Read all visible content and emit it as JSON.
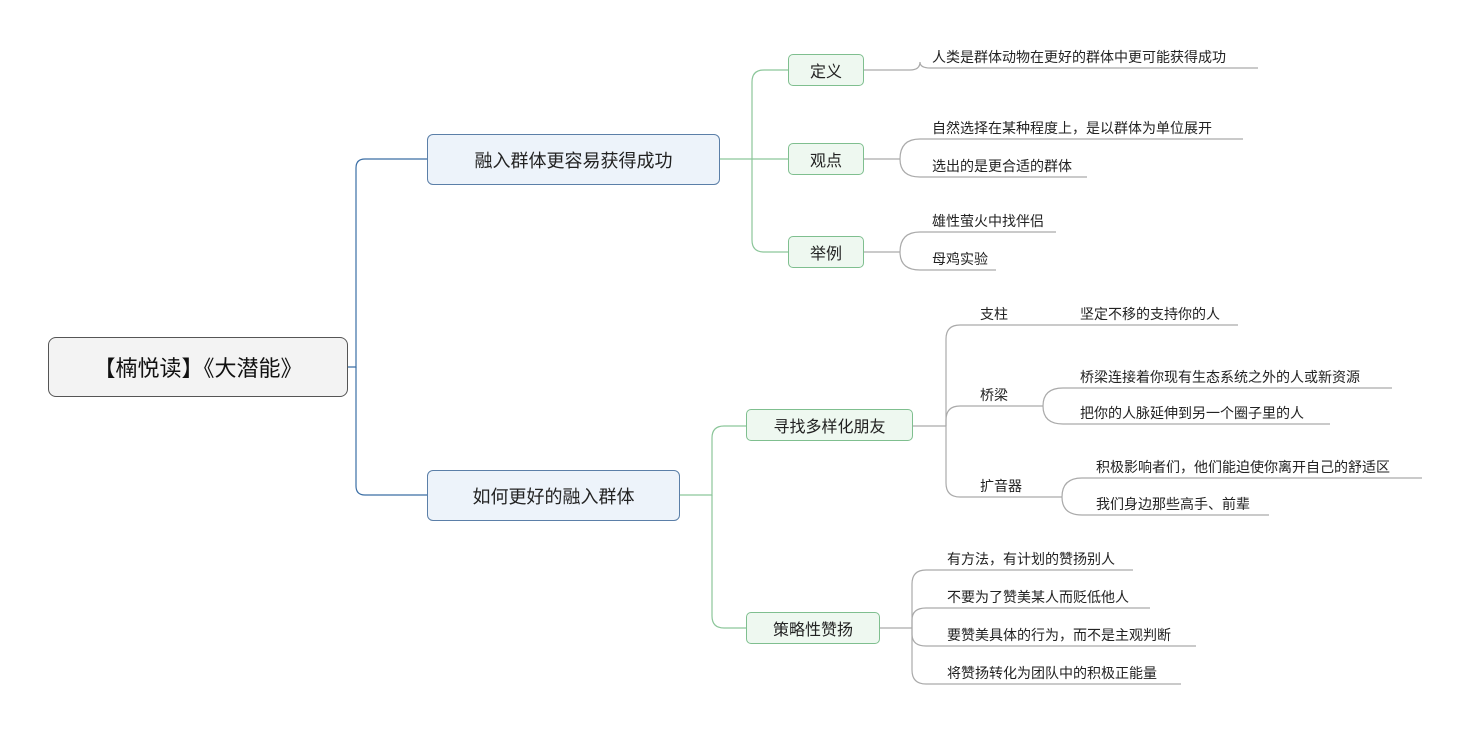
{
  "root": {
    "label": "【楠悦读】《大潜能》"
  },
  "colors": {
    "blue_line": "#3a6ea5",
    "green_line": "#8cc69a",
    "gray_line": "#aaaaaa"
  },
  "branches": [
    {
      "label": "融入群体更容易获得成功",
      "children": [
        {
          "label": "定义",
          "items": [
            "人类是群体动物在更好的群体中更可能获得成功"
          ]
        },
        {
          "label": "观点",
          "items": [
            "自然选择在某种程度上，是以群体为单位展开",
            "选出的是更合适的群体"
          ]
        },
        {
          "label": "举例",
          "items": [
            "雄性萤火中找伴侣",
            "母鸡实验"
          ]
        }
      ]
    },
    {
      "label": "如何更好的融入群体",
      "children": [
        {
          "label": "寻找多样化朋友",
          "groups": [
            {
              "label": "支柱",
              "items": [
                "坚定不移的支持你的人"
              ]
            },
            {
              "label": "桥梁",
              "items": [
                "桥梁连接着你现有生态系统之外的人或新资源",
                "把你的人脉延伸到另一个圈子里的人"
              ]
            },
            {
              "label": "扩音器",
              "items": [
                "积极影响者们，他们能迫使你离开自己的舒适区",
                "我们身边那些高手、前辈"
              ]
            }
          ]
        },
        {
          "label": "策略性赞扬",
          "items": [
            "有方法，有计划的赞扬别人",
            "不要为了赞美某人而贬低他人",
            "要赞美具体的行为，而不是主观判断",
            "将赞扬转化为团队中的积极正能量"
          ]
        }
      ]
    }
  ]
}
